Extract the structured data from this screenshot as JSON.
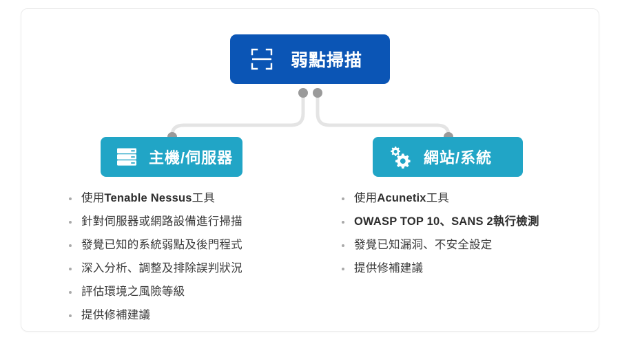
{
  "diagram": {
    "type": "mind-map",
    "root": {
      "label": "弱點掃描",
      "icon": "scan-frame-icon",
      "color": "#0b55b5",
      "text_color": "#ffffff"
    },
    "branches": [
      {
        "id": "host-server",
        "label": "主機/伺服器",
        "icon": "server-rack-icon",
        "color": "#21a5c6",
        "text_color": "#ffffff",
        "items": [
          {
            "prefix": "使用",
            "strong": "Tenable Nessus",
            "suffix": "工具",
            "all_bold": false
          },
          {
            "prefix": "針對伺服器或網路設備進行掃描",
            "strong": "",
            "suffix": "",
            "all_bold": false
          },
          {
            "prefix": "發覺已知的系統弱點及後門程式",
            "strong": "",
            "suffix": "",
            "all_bold": false
          },
          {
            "prefix": "深入分析、調整及排除誤判狀況",
            "strong": "",
            "suffix": "",
            "all_bold": false
          },
          {
            "prefix": "評估環境之風險等級",
            "strong": "",
            "suffix": "",
            "all_bold": false
          },
          {
            "prefix": "提供修補建議",
            "strong": "",
            "suffix": "",
            "all_bold": false
          }
        ]
      },
      {
        "id": "website-system",
        "label": "網站/系統",
        "icon": "gears-icon",
        "color": "#21a5c6",
        "text_color": "#ffffff",
        "items": [
          {
            "prefix": "使用",
            "strong": "Acunetix",
            "suffix": "工具",
            "all_bold": false
          },
          {
            "prefix": "",
            "strong": "OWASP TOP 10、SANS 2執行檢測",
            "suffix": "",
            "all_bold": true
          },
          {
            "prefix": "發覺已知漏洞、不安全設定",
            "strong": "",
            "suffix": "",
            "all_bold": false
          },
          {
            "prefix": "提供修補建議",
            "strong": "",
            "suffix": "",
            "all_bold": false
          }
        ]
      }
    ],
    "connector": {
      "line_color": "#e4e4e4",
      "dot_color": "#9a9a9a"
    },
    "card": {
      "background": "#ffffff",
      "border_color": "#ebebeb"
    }
  }
}
